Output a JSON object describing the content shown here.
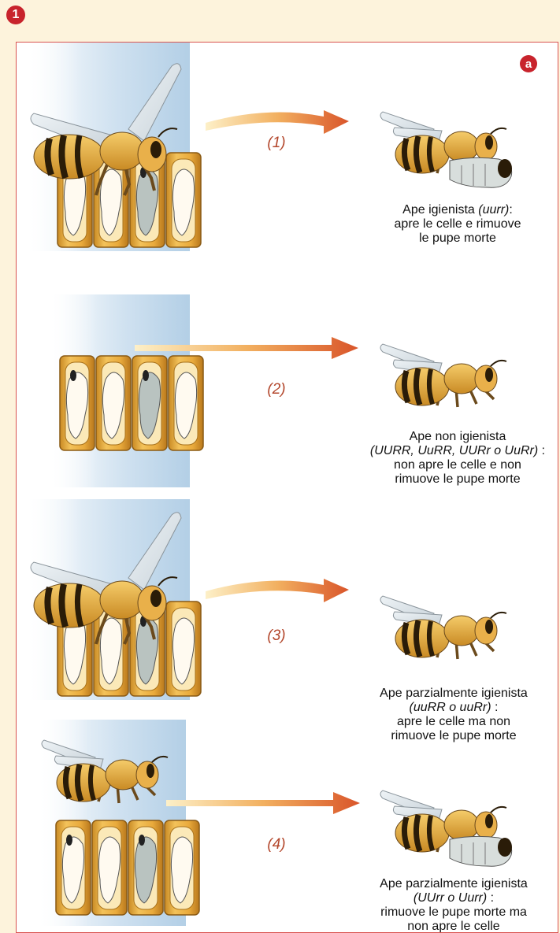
{
  "figure_number": "1",
  "panel_letter": "a",
  "rows": [
    {
      "number": "(1)",
      "caption_line1": "Ape igienista",
      "genotype": "(uurr)",
      "caption_rest": [
        ": ",
        "apre le celle e rimuove",
        "le pupe morte"
      ]
    },
    {
      "number": "(2)",
      "caption_line1": "Ape non igienista",
      "genotype": "(UURR, UuRR, UURr o UuRr)",
      "caption_rest": [
        " :",
        "non apre le celle e non",
        "rimuove le pupe morte"
      ]
    },
    {
      "number": "(3)",
      "caption_line1": "Ape parzialmente igienista",
      "genotype": "(uuRR o uuRr)",
      "caption_rest": [
        " :",
        "apre le celle ma non",
        "rimuove le pupe morte"
      ]
    },
    {
      "number": "(4)",
      "caption_line1": "Ape parzialmente igienista",
      "genotype": "(UUrr o Uurr)",
      "caption_rest": [
        " :",
        "rimuove le pupe morte ma",
        "non apre le celle"
      ]
    }
  ],
  "colors": {
    "accent_red": "#c8232c",
    "arrow": "#e0642a",
    "comb": "#e0a93c",
    "sky": "#bcd6ec"
  }
}
